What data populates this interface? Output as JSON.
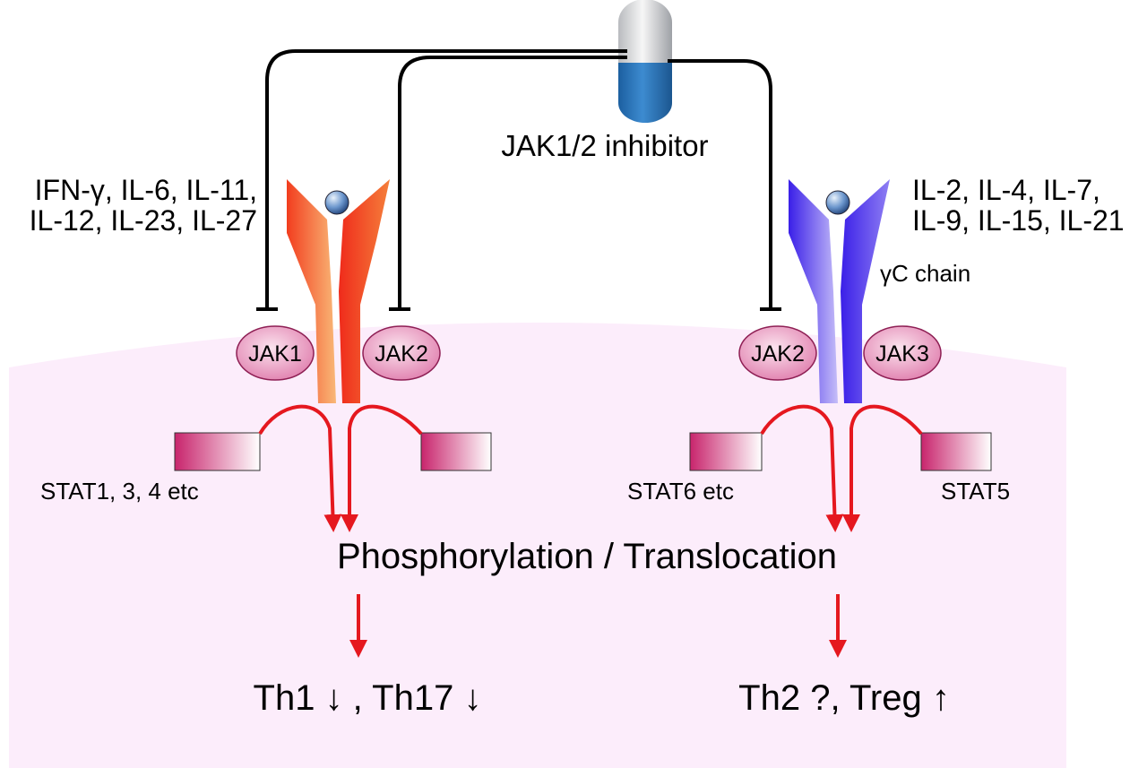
{
  "inhibitor": {
    "label": "JAK1/2 inhibitor",
    "icon": "capsule-icon"
  },
  "left_receptor": {
    "cytokines_line1": "IFN-γ, IL-6, IL-11,",
    "cytokines_line2": "IL-12, IL-23, IL-27",
    "jak_a": "JAK1",
    "jak_b": "JAK2",
    "stat_left_label": "STAT1, 3, 4 etc",
    "colors": {
      "arm_dark": "#f05022",
      "arm_light": "#f9b877"
    }
  },
  "right_receptor": {
    "cytokines_line1": "IL-2, IL-4, IL-7,",
    "cytokines_line2": "IL-9, IL-15, IL-21",
    "chain_label": "γC chain",
    "jak_a": "JAK2",
    "jak_b": "JAK3",
    "stat_left_label": "STAT6 etc",
    "stat_right_label": "STAT5",
    "colors": {
      "arm_dark": "#4a2ef0",
      "arm_light": "#b6adf7"
    }
  },
  "process": {
    "label": "Phosphorylation / Translocation"
  },
  "outcomes": {
    "left": "Th1 ↓ , Th17 ↓",
    "right": "Th2 ?, Treg ↑"
  },
  "colors": {
    "cell": "#fcedfb",
    "arrow": "#e5181f",
    "jak_fill": "#e8a3c3",
    "stat_dark": "#c8246c",
    "capsule_blue": "#2a74b5"
  }
}
